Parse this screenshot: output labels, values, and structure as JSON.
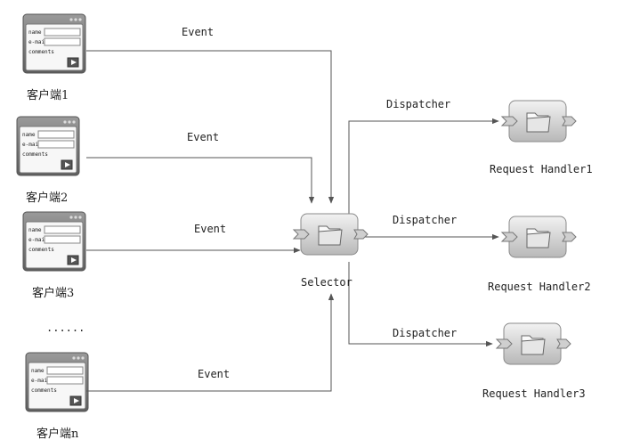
{
  "clients": [
    {
      "label": "客户端1",
      "form": {
        "name": "name",
        "email": "e-mail",
        "comments": "comments"
      }
    },
    {
      "label": "客户端2",
      "form": {
        "name": "name",
        "email": "e-mail",
        "comments": "comments"
      }
    },
    {
      "label": "客户端3",
      "form": {
        "name": "name",
        "email": "e-mail",
        "comments": "comments"
      }
    },
    {
      "label": "客户端n",
      "form": {
        "name": "name",
        "email": "e-mail",
        "comments": "comments"
      }
    }
  ],
  "ellipsis": "......",
  "events": [
    "Event",
    "Event",
    "Event",
    "Event"
  ],
  "selector": {
    "label": "Selector"
  },
  "dispatchers": [
    "Dispatcher",
    "Dispatcher",
    "Dispatcher"
  ],
  "handlers": [
    "Request Handler1",
    "Request Handler2",
    "Request Handler3"
  ],
  "colors": {
    "line": "#555555",
    "box": "#d9d9d9",
    "window": "#7a7a7a"
  }
}
